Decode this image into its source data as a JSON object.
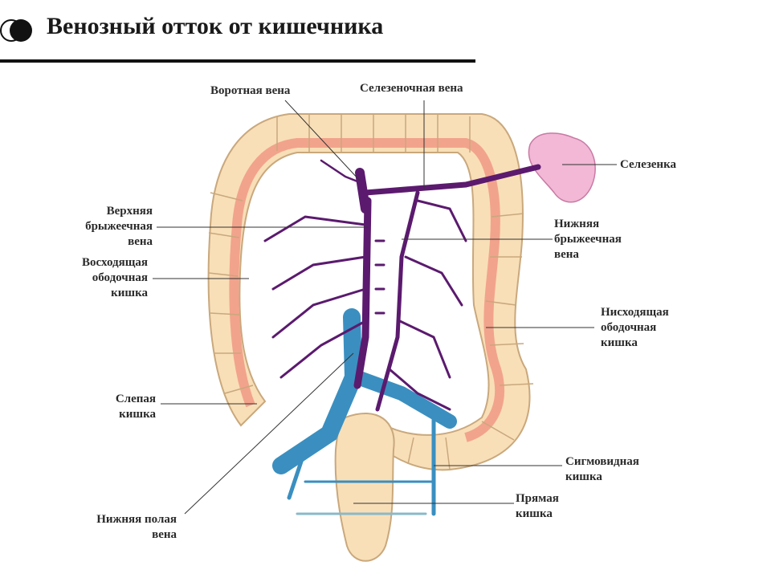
{
  "title": "Венозный отток от кишечника",
  "colors": {
    "colon": "#f8dfb8",
    "colon_outline": "#c9a87c",
    "mucosa": "#f2a38c",
    "portal_veins": "#5b1a6e",
    "vena_cava": "#3a8fc0",
    "spleen": "#f2b8d6",
    "rectum_veins": "#8ab8c9"
  },
  "labels": {
    "portal_vein": "Воротная вена",
    "splenic_vein": "Селезеночная вена",
    "spleen": "Селезенка",
    "superior_mesenteric_vein": "Верхняя\nбрыжеечная\nвена",
    "inferior_mesenteric_vein": "Нижняя\nбрыжеечная\nвена",
    "ascending_colon": "Восходящая\nободочная\nкишка",
    "descending_colon": "Нисходящая\nободочная\nкишка",
    "cecum": "Слепая\nкишка",
    "sigmoid_colon": "Сигмовидная\nкишка",
    "rectum": "Прямая\nкишка",
    "inferior_vena_cava": "Нижняя полая\nвена"
  }
}
